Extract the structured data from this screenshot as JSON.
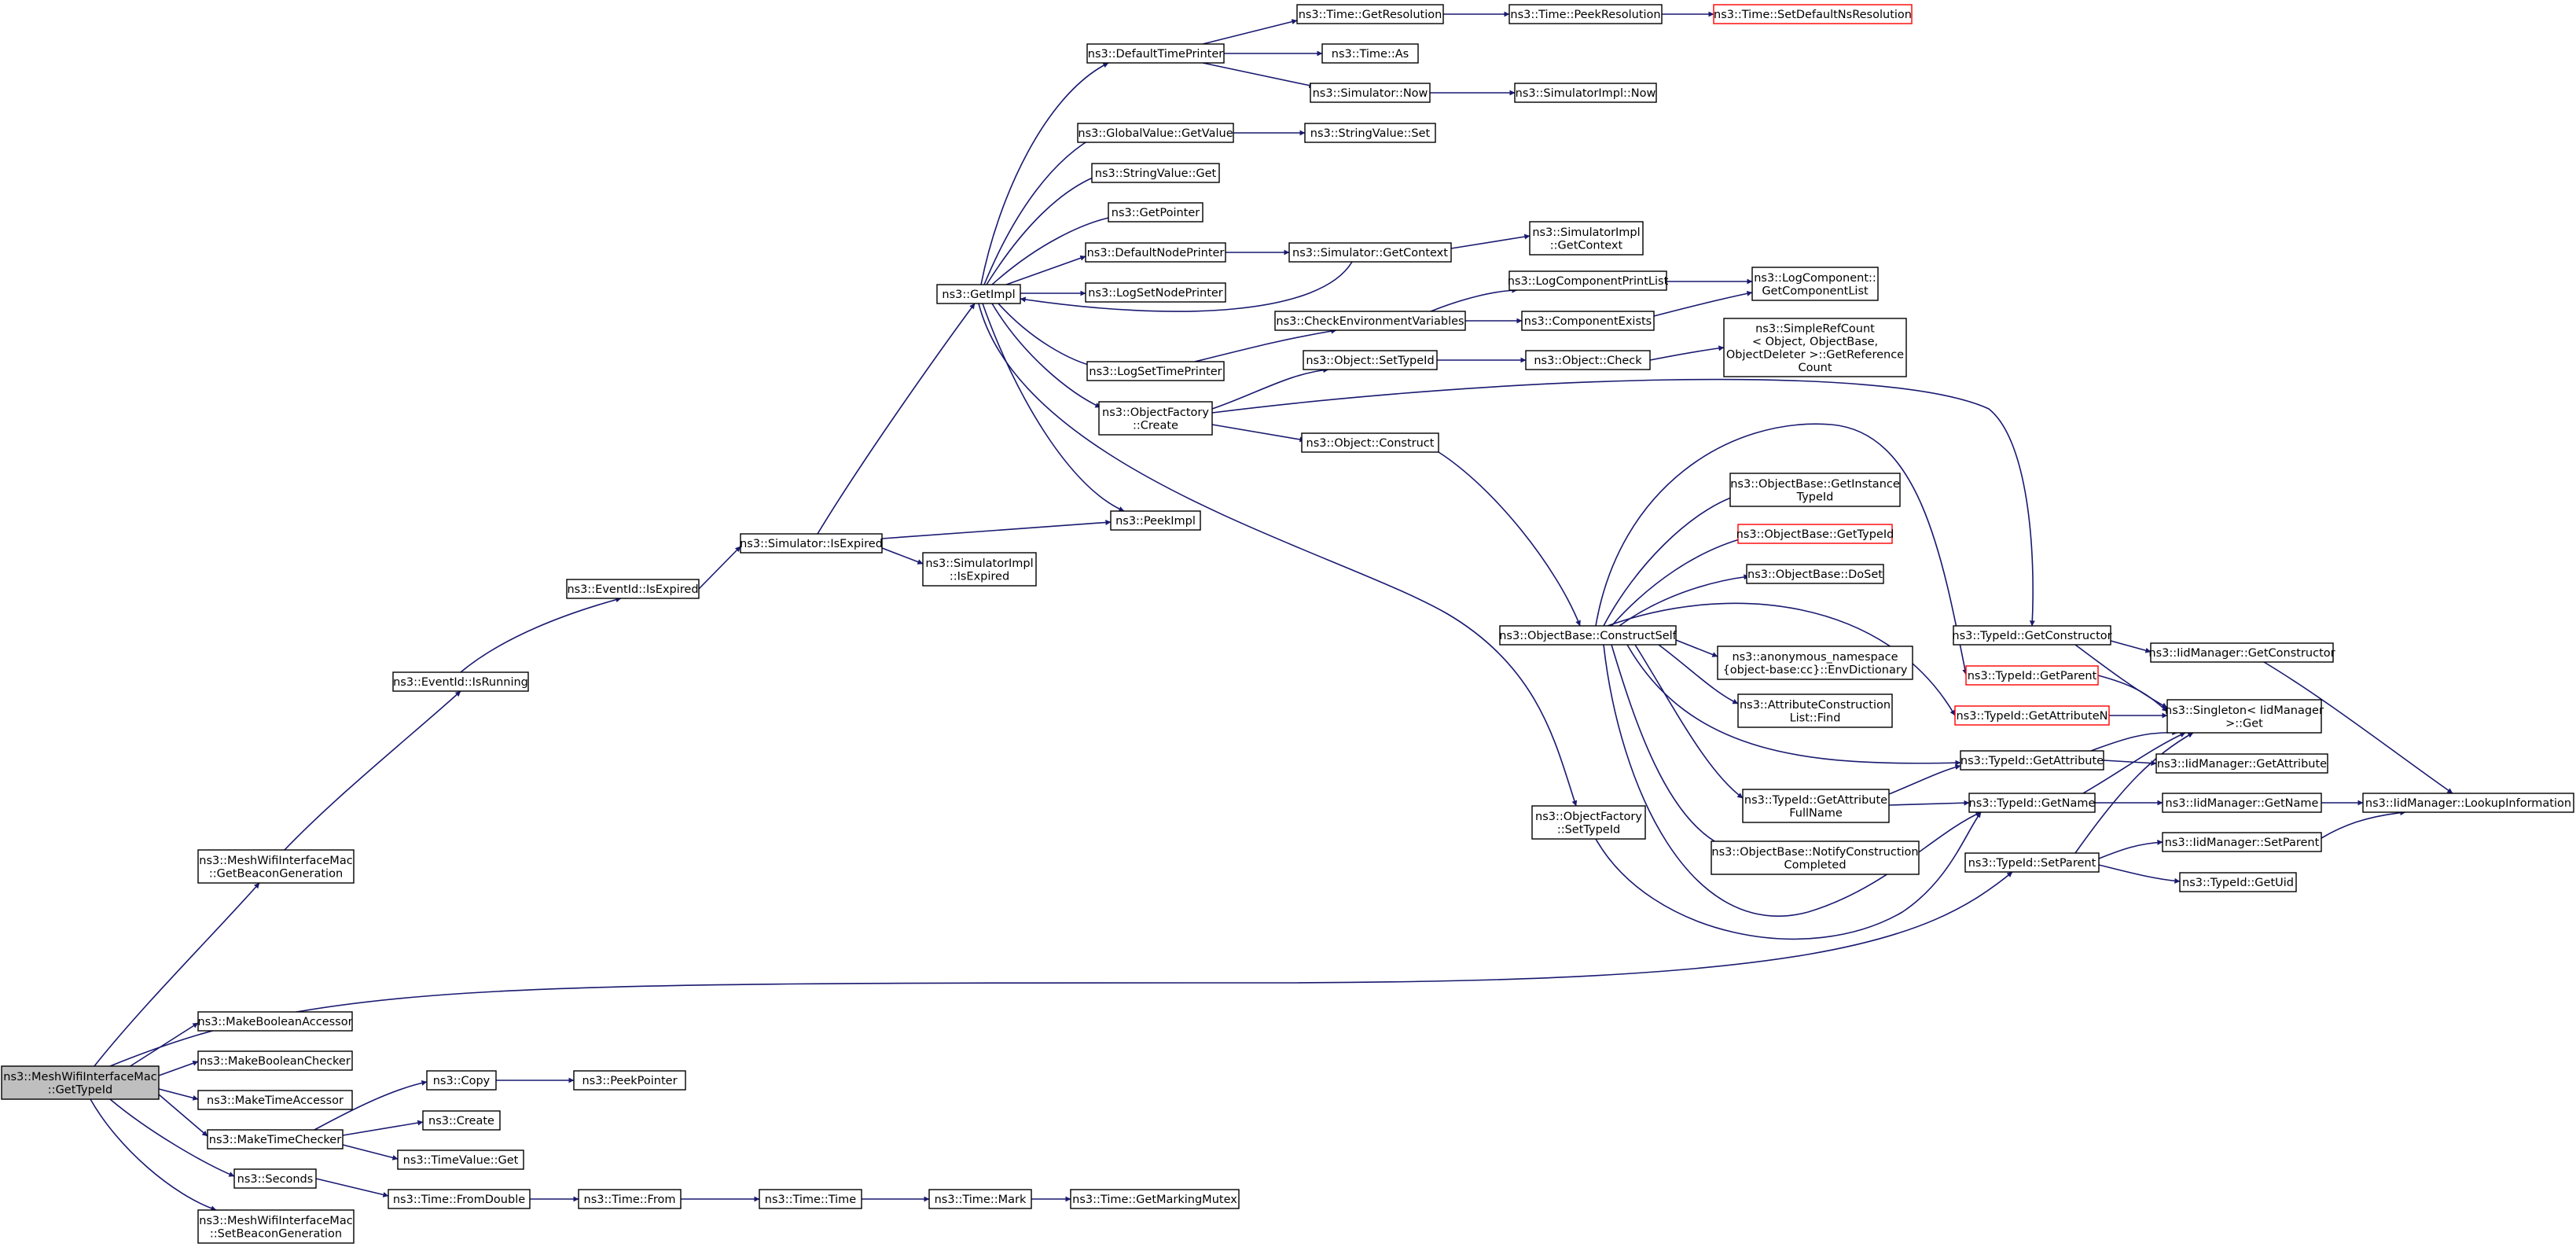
{
  "colors": {
    "edge": "#191970",
    "node_border": "#000000",
    "node_border_truncated": "#ff0000",
    "root_fill": "#bfbfbf",
    "background": "#ffffff"
  },
  "nodes": [
    {
      "id": "root",
      "lines": [
        "ns3::MeshWifiInterfaceMac",
        "::GetTypeId"
      ],
      "style": "root"
    },
    {
      "id": "getBeaconGen",
      "lines": [
        "ns3::MeshWifiInterfaceMac",
        "::GetBeaconGeneration"
      ]
    },
    {
      "id": "makeBoolAcc",
      "lines": [
        "ns3::MakeBooleanAccessor"
      ]
    },
    {
      "id": "makeBoolChk",
      "lines": [
        "ns3::MakeBooleanChecker"
      ]
    },
    {
      "id": "makeTimeAcc",
      "lines": [
        "ns3::MakeTimeAccessor"
      ]
    },
    {
      "id": "makeTimeChk",
      "lines": [
        "ns3::MakeTimeChecker"
      ]
    },
    {
      "id": "seconds",
      "lines": [
        "ns3::Seconds"
      ]
    },
    {
      "id": "setBeaconGen",
      "lines": [
        "ns3::MeshWifiInterfaceMac",
        "::SetBeaconGeneration"
      ]
    },
    {
      "id": "isRunning",
      "lines": [
        "ns3::EventId::IsRunning"
      ]
    },
    {
      "id": "copy",
      "lines": [
        "ns3::Copy"
      ]
    },
    {
      "id": "create",
      "lines": [
        "ns3::Create"
      ]
    },
    {
      "id": "timeValueGet",
      "lines": [
        "ns3::TimeValue::Get"
      ]
    },
    {
      "id": "fromDouble",
      "lines": [
        "ns3::Time::FromDouble"
      ]
    },
    {
      "id": "eventIsExpired",
      "lines": [
        "ns3::EventId::IsExpired"
      ]
    },
    {
      "id": "peekPointer",
      "lines": [
        "ns3::PeekPointer"
      ]
    },
    {
      "id": "timeFrom",
      "lines": [
        "ns3::Time::From"
      ]
    },
    {
      "id": "simIsExpired",
      "lines": [
        "ns3::Simulator::IsExpired"
      ]
    },
    {
      "id": "timeTime",
      "lines": [
        "ns3::Time::Time"
      ]
    },
    {
      "id": "getImpl",
      "lines": [
        "ns3::GetImpl"
      ]
    },
    {
      "id": "simImplIsExpired",
      "lines": [
        "ns3::SimulatorImpl",
        "::IsExpired"
      ]
    },
    {
      "id": "timeMark",
      "lines": [
        "ns3::Time::Mark"
      ]
    },
    {
      "id": "defaultTimePrinter",
      "lines": [
        "ns3::DefaultTimePrinter"
      ]
    },
    {
      "id": "globalValueGet",
      "lines": [
        "ns3::GlobalValue::GetValue"
      ]
    },
    {
      "id": "stringValueGet",
      "lines": [
        "ns3::StringValue::Get"
      ]
    },
    {
      "id": "getPointer",
      "lines": [
        "ns3::GetPointer"
      ]
    },
    {
      "id": "defaultNodePrinter",
      "lines": [
        "ns3::DefaultNodePrinter"
      ]
    },
    {
      "id": "logSetNodePrinter",
      "lines": [
        "ns3::LogSetNodePrinter"
      ]
    },
    {
      "id": "logSetTimePrinter",
      "lines": [
        "ns3::LogSetTimePrinter"
      ]
    },
    {
      "id": "objFactoryCreate",
      "lines": [
        "ns3::ObjectFactory",
        "::Create"
      ]
    },
    {
      "id": "peekImpl",
      "lines": [
        "ns3::PeekImpl"
      ]
    },
    {
      "id": "getMarkingMutex",
      "lines": [
        "ns3::Time::GetMarkingMutex"
      ]
    },
    {
      "id": "timeGetRes",
      "lines": [
        "ns3::Time::GetResolution"
      ]
    },
    {
      "id": "timeAs",
      "lines": [
        "ns3::Time::As"
      ]
    },
    {
      "id": "simNow",
      "lines": [
        "ns3::Simulator::Now"
      ]
    },
    {
      "id": "stringValueSet",
      "lines": [
        "ns3::StringValue::Set"
      ]
    },
    {
      "id": "simGetContext",
      "lines": [
        "ns3::Simulator::GetContext"
      ]
    },
    {
      "id": "checkEnvVars",
      "lines": [
        "ns3::CheckEnvironmentVariables"
      ]
    },
    {
      "id": "objSetTypeId",
      "lines": [
        "ns3::Object::SetTypeId"
      ]
    },
    {
      "id": "objConstruct",
      "lines": [
        "ns3::Object::Construct"
      ]
    },
    {
      "id": "objFactorySetTypeId",
      "lines": [
        "ns3::ObjectFactory",
        "::SetTypeId"
      ]
    },
    {
      "id": "timePeekRes",
      "lines": [
        "ns3::Time::PeekResolution"
      ]
    },
    {
      "id": "simImplNow",
      "lines": [
        "ns3::SimulatorImpl::Now"
      ]
    },
    {
      "id": "simImplGetContext",
      "lines": [
        "ns3::SimulatorImpl",
        "::GetContext"
      ]
    },
    {
      "id": "logComponentPrintList",
      "lines": [
        "ns3::LogComponentPrintList"
      ]
    },
    {
      "id": "componentExists",
      "lines": [
        "ns3::ComponentExists"
      ]
    },
    {
      "id": "objCheck",
      "lines": [
        "ns3::Object::Check"
      ]
    },
    {
      "id": "constructSelf",
      "lines": [
        "ns3::ObjectBase::ConstructSelf"
      ]
    },
    {
      "id": "timeSetDefaultNsRes",
      "lines": [
        "ns3::Time::SetDefaultNsResolution"
      ],
      "style": "red"
    },
    {
      "id": "logComponentGetList",
      "lines": [
        "ns3::LogComponent::",
        "GetComponentList"
      ]
    },
    {
      "id": "simpleRefCount",
      "lines": [
        "ns3::SimpleRefCount",
        "< Object, ObjectBase,",
        "ObjectDeleter >::GetReference",
        "Count"
      ]
    },
    {
      "id": "getInstanceTypeId",
      "lines": [
        "ns3::ObjectBase::GetInstance",
        "TypeId"
      ]
    },
    {
      "id": "objBaseGetTypeId",
      "lines": [
        "ns3::ObjectBase::GetTypeId"
      ],
      "style": "red"
    },
    {
      "id": "objBaseDoSet",
      "lines": [
        "ns3::ObjectBase::DoSet"
      ]
    },
    {
      "id": "envDictionary",
      "lines": [
        "ns3::anonymous_namespace",
        "{object-base:cc}::EnvDictionary"
      ]
    },
    {
      "id": "attrConstrFind",
      "lines": [
        "ns3::AttributeConstruction",
        "List::Find"
      ]
    },
    {
      "id": "getAttrFullName",
      "lines": [
        "ns3::TypeId::GetAttribute",
        "FullName"
      ]
    },
    {
      "id": "notifyConstrCompleted",
      "lines": [
        "ns3::ObjectBase::NotifyConstruction",
        "Completed"
      ]
    },
    {
      "id": "typeIdGetConstructor",
      "lines": [
        "ns3::TypeId::GetConstructor"
      ]
    },
    {
      "id": "typeIdGetParent",
      "lines": [
        "ns3::TypeId::GetParent"
      ],
      "style": "red"
    },
    {
      "id": "typeIdGetAttributeN",
      "lines": [
        "ns3::TypeId::GetAttributeN"
      ],
      "style": "red"
    },
    {
      "id": "typeIdGetAttribute",
      "lines": [
        "ns3::TypeId::GetAttribute"
      ]
    },
    {
      "id": "typeIdGetName",
      "lines": [
        "ns3::TypeId::GetName"
      ]
    },
    {
      "id": "typeIdSetParent",
      "lines": [
        "ns3::TypeId::SetParent"
      ]
    },
    {
      "id": "iidGetConstructor",
      "lines": [
        "ns3::IidManager::GetConstructor"
      ]
    },
    {
      "id": "singletonGet",
      "lines": [
        "ns3::Singleton< IidManager",
        "  >::Get"
      ]
    },
    {
      "id": "iidGetAttribute",
      "lines": [
        "ns3::IidManager::GetAttribute"
      ]
    },
    {
      "id": "iidGetName",
      "lines": [
        "ns3::IidManager::GetName"
      ]
    },
    {
      "id": "iidSetParent",
      "lines": [
        "ns3::IidManager::SetParent"
      ]
    },
    {
      "id": "typeIdGetUid",
      "lines": [
        "ns3::TypeId::GetUid"
      ]
    },
    {
      "id": "iidLookupInfo",
      "lines": [
        "ns3::IidManager::LookupInformation"
      ]
    }
  ]
}
